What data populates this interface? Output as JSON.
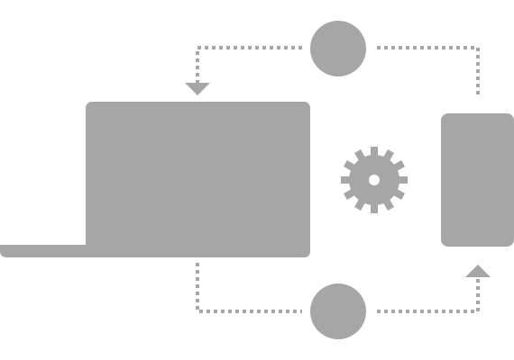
{
  "diagram": {
    "theme": {
      "shape_color": "#a6a6a6",
      "background": "#ffffff"
    },
    "nodes": [
      {
        "id": "laptop",
        "icon": "laptop-icon"
      },
      {
        "id": "phone",
        "icon": "smartphone-icon"
      },
      {
        "id": "gear",
        "icon": "gear-icon"
      },
      {
        "id": "top-node",
        "icon": "circle-node"
      },
      {
        "id": "bottom-node",
        "icon": "circle-node"
      }
    ],
    "connectors": [
      {
        "from": "phone",
        "via": "top-node",
        "to": "laptop",
        "style": "dotted",
        "arrow": "down"
      },
      {
        "from": "laptop",
        "via": "bottom-node",
        "to": "phone",
        "style": "dotted",
        "arrow": "up"
      }
    ]
  }
}
